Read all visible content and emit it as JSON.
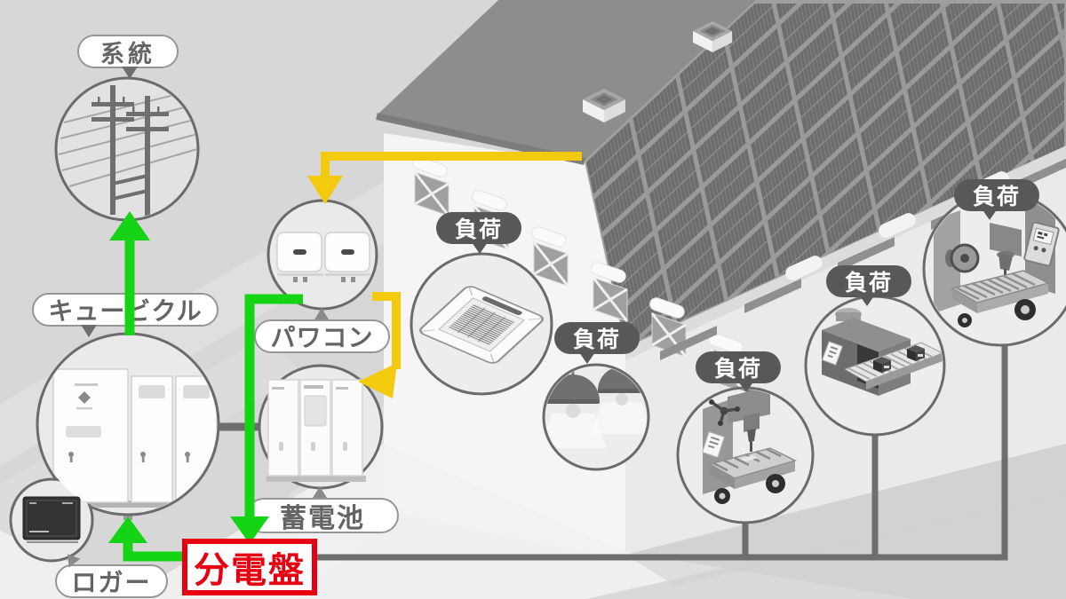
{
  "diagram": {
    "nodes": {
      "grid": {
        "label": "系統",
        "icon": "utility-poles-icon"
      },
      "cubicle": {
        "label": "キュービクル",
        "icon": "cubicle-cabinets-icon"
      },
      "power_conditioner": {
        "label": "パワコン",
        "icon": "inverter-units-icon"
      },
      "storage_battery": {
        "label": "蓄電池",
        "icon": "battery-cabinets-icon"
      },
      "logger": {
        "label": "ロガー",
        "icon": "logger-device-icon"
      },
      "distribution_board": {
        "label": "分電盤"
      }
    },
    "loads": [
      {
        "label": "負荷",
        "icon": "ceiling-air-conditioner-icon"
      },
      {
        "label": "負荷",
        "icon": "pendant-lights-icon"
      },
      {
        "label": "負荷",
        "icon": "milling-machine-icon"
      },
      {
        "label": "負荷",
        "icon": "belt-conveyor-icon"
      },
      {
        "label": "負荷",
        "icon": "machine-tool-icon"
      }
    ],
    "flows": [
      {
        "name": "solar-to-powercon",
        "color_key": "flow_yellow"
      },
      {
        "name": "powercon-to-battery",
        "color_key": "flow_yellow"
      },
      {
        "name": "powercon-to-distribution-board",
        "color_key": "flow_green"
      },
      {
        "name": "distribution-board-to-cubicle",
        "color_key": "flow_green"
      },
      {
        "name": "cubicle-to-grid",
        "color_key": "flow_green"
      }
    ],
    "colors": {
      "flow_green": "#15d415",
      "flow_yellow": "#f3cb0c",
      "highlight_red": "#e60012",
      "cable_gray": "#6e6e6e"
    }
  }
}
